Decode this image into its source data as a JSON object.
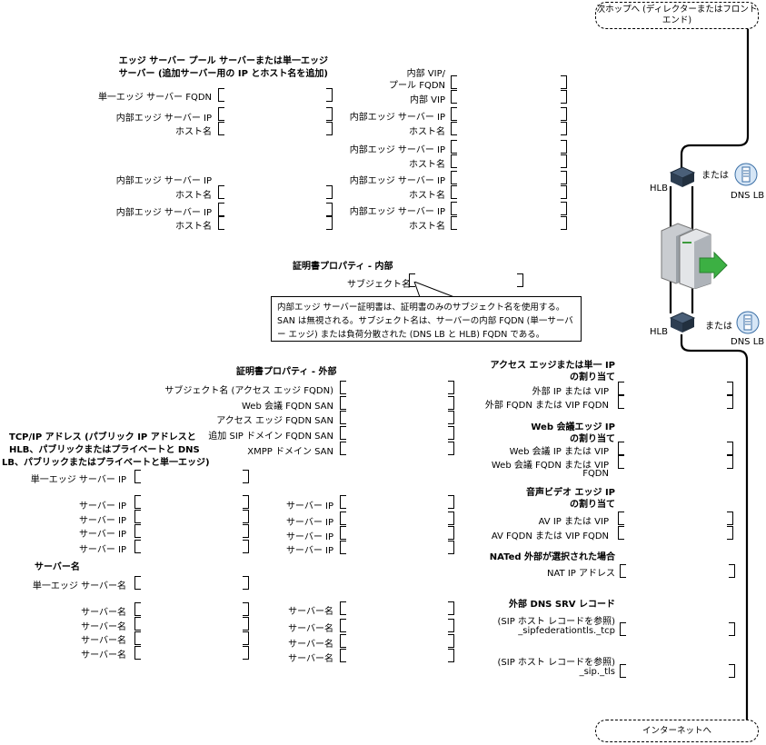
{
  "top_cloud": "次ホップへ (ディレクターまたはフロントエンド)",
  "bottom_cloud": "インターネットへ",
  "hlb_label": "HLB",
  "or_label": "または",
  "dns_lb_label": "DNS LB",
  "pool_section": {
    "title_line1": "エッジ サーバー プール サーバーまたは単一エッジ",
    "title_line2": "サーバー (追加サーバー用の IP とホスト名を追加)",
    "single_fqdn": "単一エッジ サーバー FQDN",
    "internal_ip": "内部エッジ サーバー IP",
    "host_name": "ホスト名",
    "vip_fqdn_line1": "内部 VIP/",
    "vip_fqdn_line2": "プール FQDN",
    "internal_vip": "内部 VIP"
  },
  "cert_internal": {
    "title": "証明書プロパティ - 内部",
    "subject": "サブジェクト名",
    "note": "内部エッジ サーバー証明書は、証明書のみのサブジェクト名を使用する。SAN は無視される。サブジェクト名は、サーバーの内部 FQDN (単一サーバー エッジ) または負荷分散された (DNS LB と HLB) FQDN である。"
  },
  "cert_external": {
    "title": "証明書プロパティ - 外部",
    "subject": "サブジェクト名 (アクセス エッジ FQDN)",
    "webconf_san": "Web 会議 FQDN SAN",
    "access_san": "アクセス エッジ FQDN SAN",
    "sip_domain_san": "追加 SIP ドメイン FQDN SAN",
    "xmpp_san": "XMPP ドメイン SAN"
  },
  "tcpip": {
    "title_line1": "TCP/IP アドレス (パブリック IP アドレスと",
    "title_line2": "HLB、パブリックまたはプライベートと DNS",
    "title_line3": "LB、パブリックまたはプライベートと単一エッジ)",
    "single_ip": "単一エッジ サーバー IP",
    "server_ip": "サーバー IP"
  },
  "server_names": {
    "title": "サーバー名",
    "single_name": "単一エッジ サーバー名",
    "server_name": "サーバー名"
  },
  "access_edge": {
    "title_line1": "アクセス エッジまたは単一 IP",
    "title_line2": "の割り当て",
    "ext_ip": "外部 IP または VIP",
    "ext_fqdn": "外部 FQDN または VIP FQDN"
  },
  "webconf_edge": {
    "title_line1": "Web 会議エッジ IP",
    "title_line2": "の割り当て",
    "ip": "Web 会議 IP または VIP",
    "fqdn_line1": "Web 会議 FQDN または VIP",
    "fqdn_line2": "FQDN"
  },
  "av_edge": {
    "title_line1": "音声ビデオ エッジ IP",
    "title_line2": "の割り当て",
    "ip": "AV IP または VIP",
    "fqdn": "AV FQDN または VIP FQDN"
  },
  "nat": {
    "title": "NATed 外部が選択された場合",
    "ip": "NAT IP アドレス"
  },
  "dns_srv": {
    "title": "外部 DNS SRV レコード",
    "ref": "(SIP ホスト レコードを参照)",
    "federation": "_sipfederationtls._tcp",
    "sip_tls": "_sip._tls"
  }
}
